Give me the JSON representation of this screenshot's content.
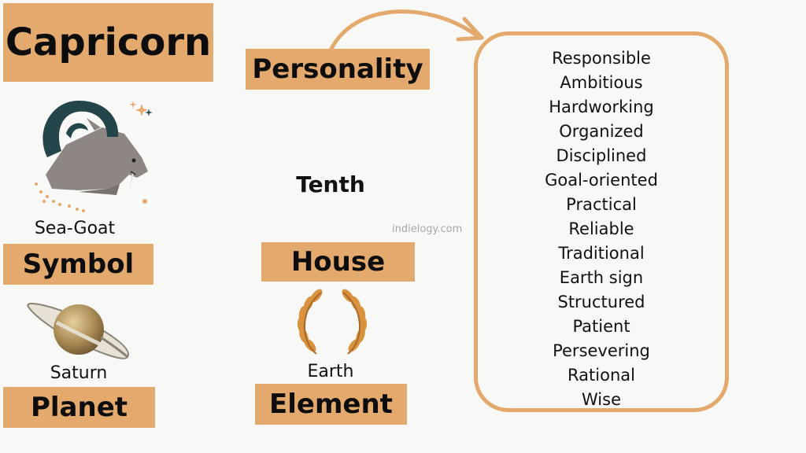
{
  "title": "Capricorn",
  "watermark": "indielogy.com",
  "sections": {
    "personality": "Personality",
    "symbol": {
      "label": "Symbol",
      "value": "Sea-Goat"
    },
    "house": {
      "label": "House",
      "value": "Tenth"
    },
    "planet": {
      "label": "Planet",
      "value": "Saturn"
    },
    "element": {
      "label": "Element",
      "value": "Earth"
    }
  },
  "traits": [
    "Responsible",
    "Ambitious",
    "Hardworking",
    "Organized",
    "Disciplined",
    "Goal-oriented",
    "Practical",
    "Reliable",
    "Traditional",
    "Earth sign",
    "Structured",
    "Patient",
    "Persevering",
    "Rational",
    "Wise"
  ],
  "colors": {
    "accent": "#e4a96c",
    "background": "#f8f8f6",
    "goat": "#8e8682",
    "horn": "#24464a"
  },
  "icons": [
    "sea-goat-icon",
    "saturn-icon",
    "wheat-wreath-icon",
    "curved-arrow-icon"
  ]
}
